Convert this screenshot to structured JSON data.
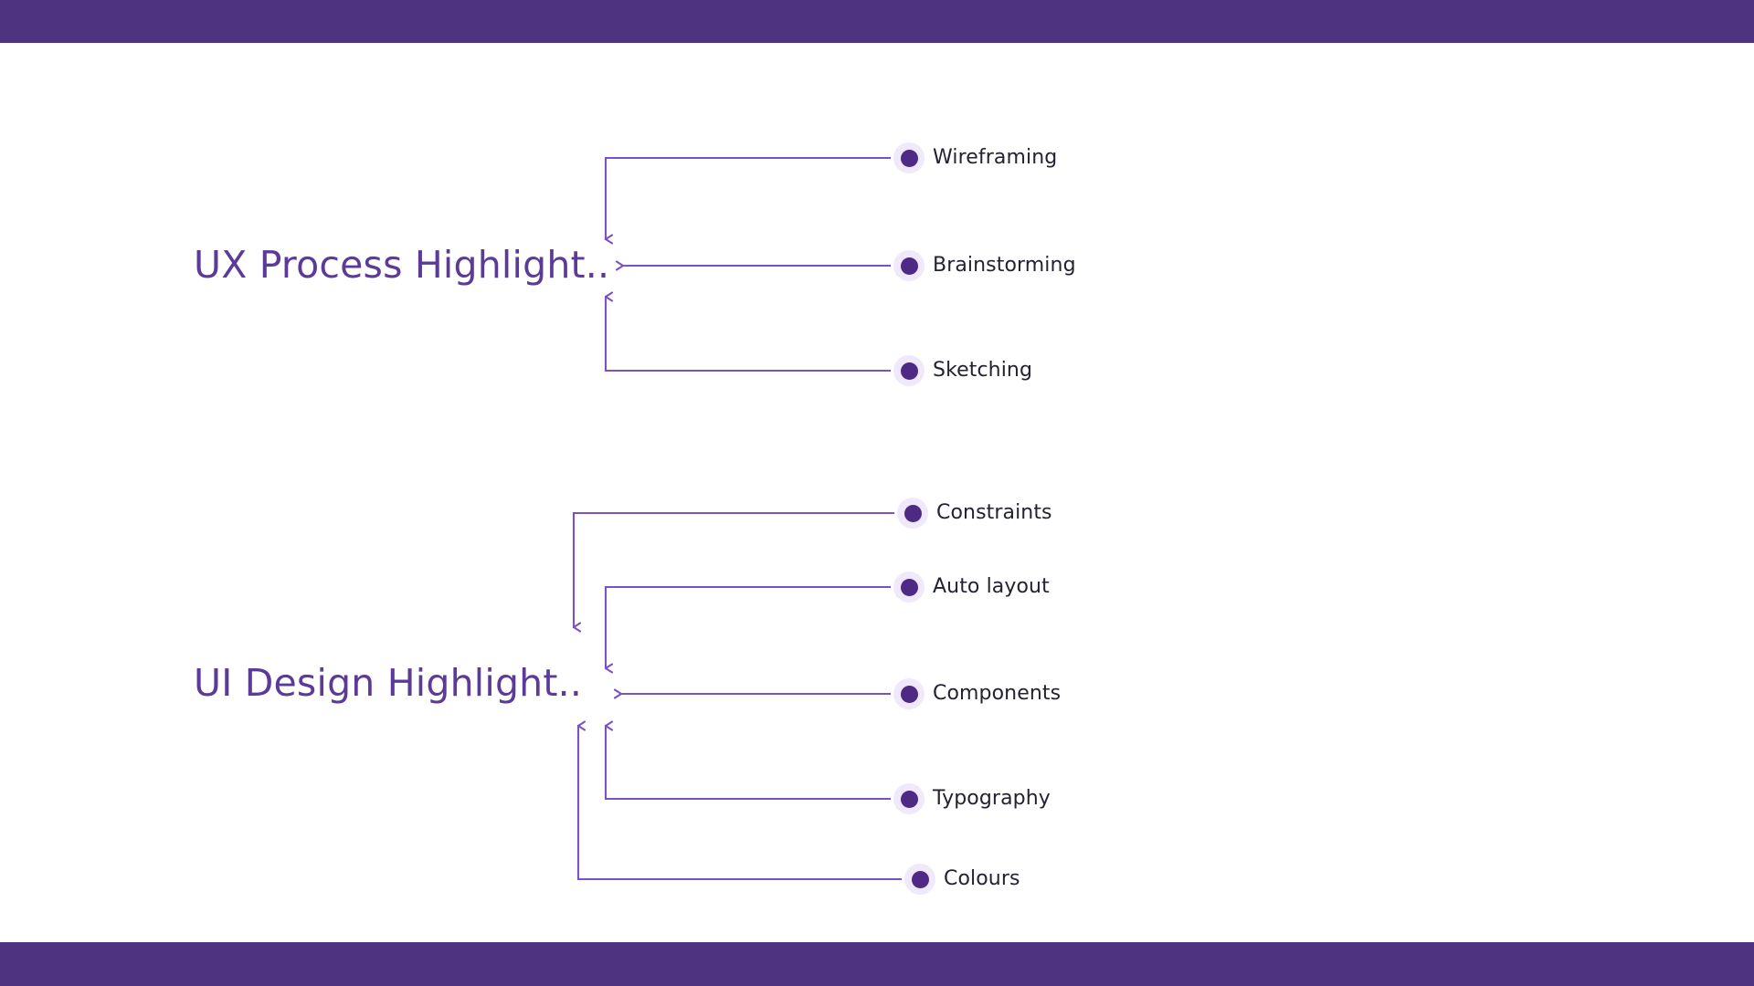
{
  "theme": {
    "band_color": "#4E3480",
    "title_color": "#5B3A99",
    "label_color": "#262130",
    "connector_color": "#7B52C4",
    "dot_core_color": "#4E2A84",
    "dot_halo_color": "#EFE9FB",
    "background": "#FFFFFF"
  },
  "diagram": {
    "type": "node-link",
    "groups": [
      {
        "id": "ux-process",
        "title": "UX Process Highlight..",
        "leaves": [
          {
            "id": "wireframing",
            "label": "Wireframing",
            "direction": "into-hub"
          },
          {
            "id": "brainstorming",
            "label": "Brainstorming",
            "direction": "into-hub"
          },
          {
            "id": "sketching",
            "label": "Sketching",
            "direction": "into-hub"
          }
        ]
      },
      {
        "id": "ui-design",
        "title": "UI Design Highlight..",
        "leaves": [
          {
            "id": "constraints",
            "label": "Constraints",
            "direction": "into-hub"
          },
          {
            "id": "auto-layout",
            "label": "Auto layout",
            "direction": "into-hub"
          },
          {
            "id": "components",
            "label": "Components",
            "direction": "into-hub"
          },
          {
            "id": "typography",
            "label": "Typography",
            "direction": "into-hub"
          },
          {
            "id": "colours",
            "label": "Colours",
            "direction": "into-hub"
          }
        ]
      }
    ]
  }
}
